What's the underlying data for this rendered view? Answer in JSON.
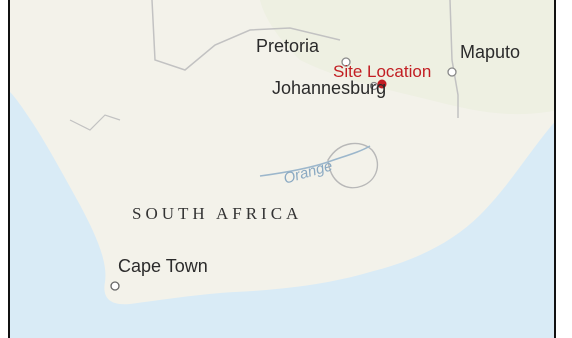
{
  "map": {
    "labels": {
      "pretoria": "Pretoria",
      "johannesburg": "Johannesburg",
      "maputo": "Maputo",
      "orange": "Orange",
      "country": "SOUTH AFRICA",
      "cape_town": "Cape Town"
    },
    "marker": {
      "label": "Site Location",
      "color": "#c21e23"
    },
    "colors": {
      "land": "#f3f2ea",
      "ocean": "#d7eaf5",
      "border": "#bdbdbd",
      "river": "#9cb7cc"
    }
  }
}
